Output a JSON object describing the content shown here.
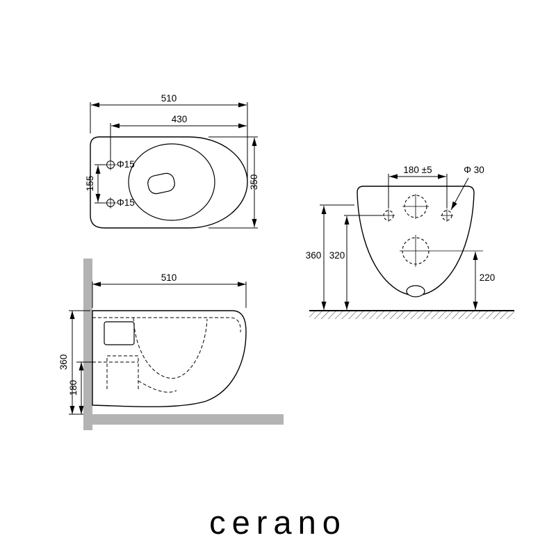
{
  "brand": {
    "logo": "cerano"
  },
  "top_view": {
    "dim_width": "510",
    "dim_inner": "430",
    "dim_depth": "350",
    "dim_hole_spacing": "155",
    "hole_top_label": "Φ15",
    "hole_bottom_label": "Φ15"
  },
  "side_view": {
    "dim_length": "510",
    "dim_height": "360",
    "dim_outlet_height": "180"
  },
  "front_view": {
    "dim_hole_spacing": "180 ±5",
    "dim_hole_diameter": "Φ 30",
    "dim_height": "360",
    "dim_supply_height": "320",
    "dim_outlet_height": "220"
  }
}
